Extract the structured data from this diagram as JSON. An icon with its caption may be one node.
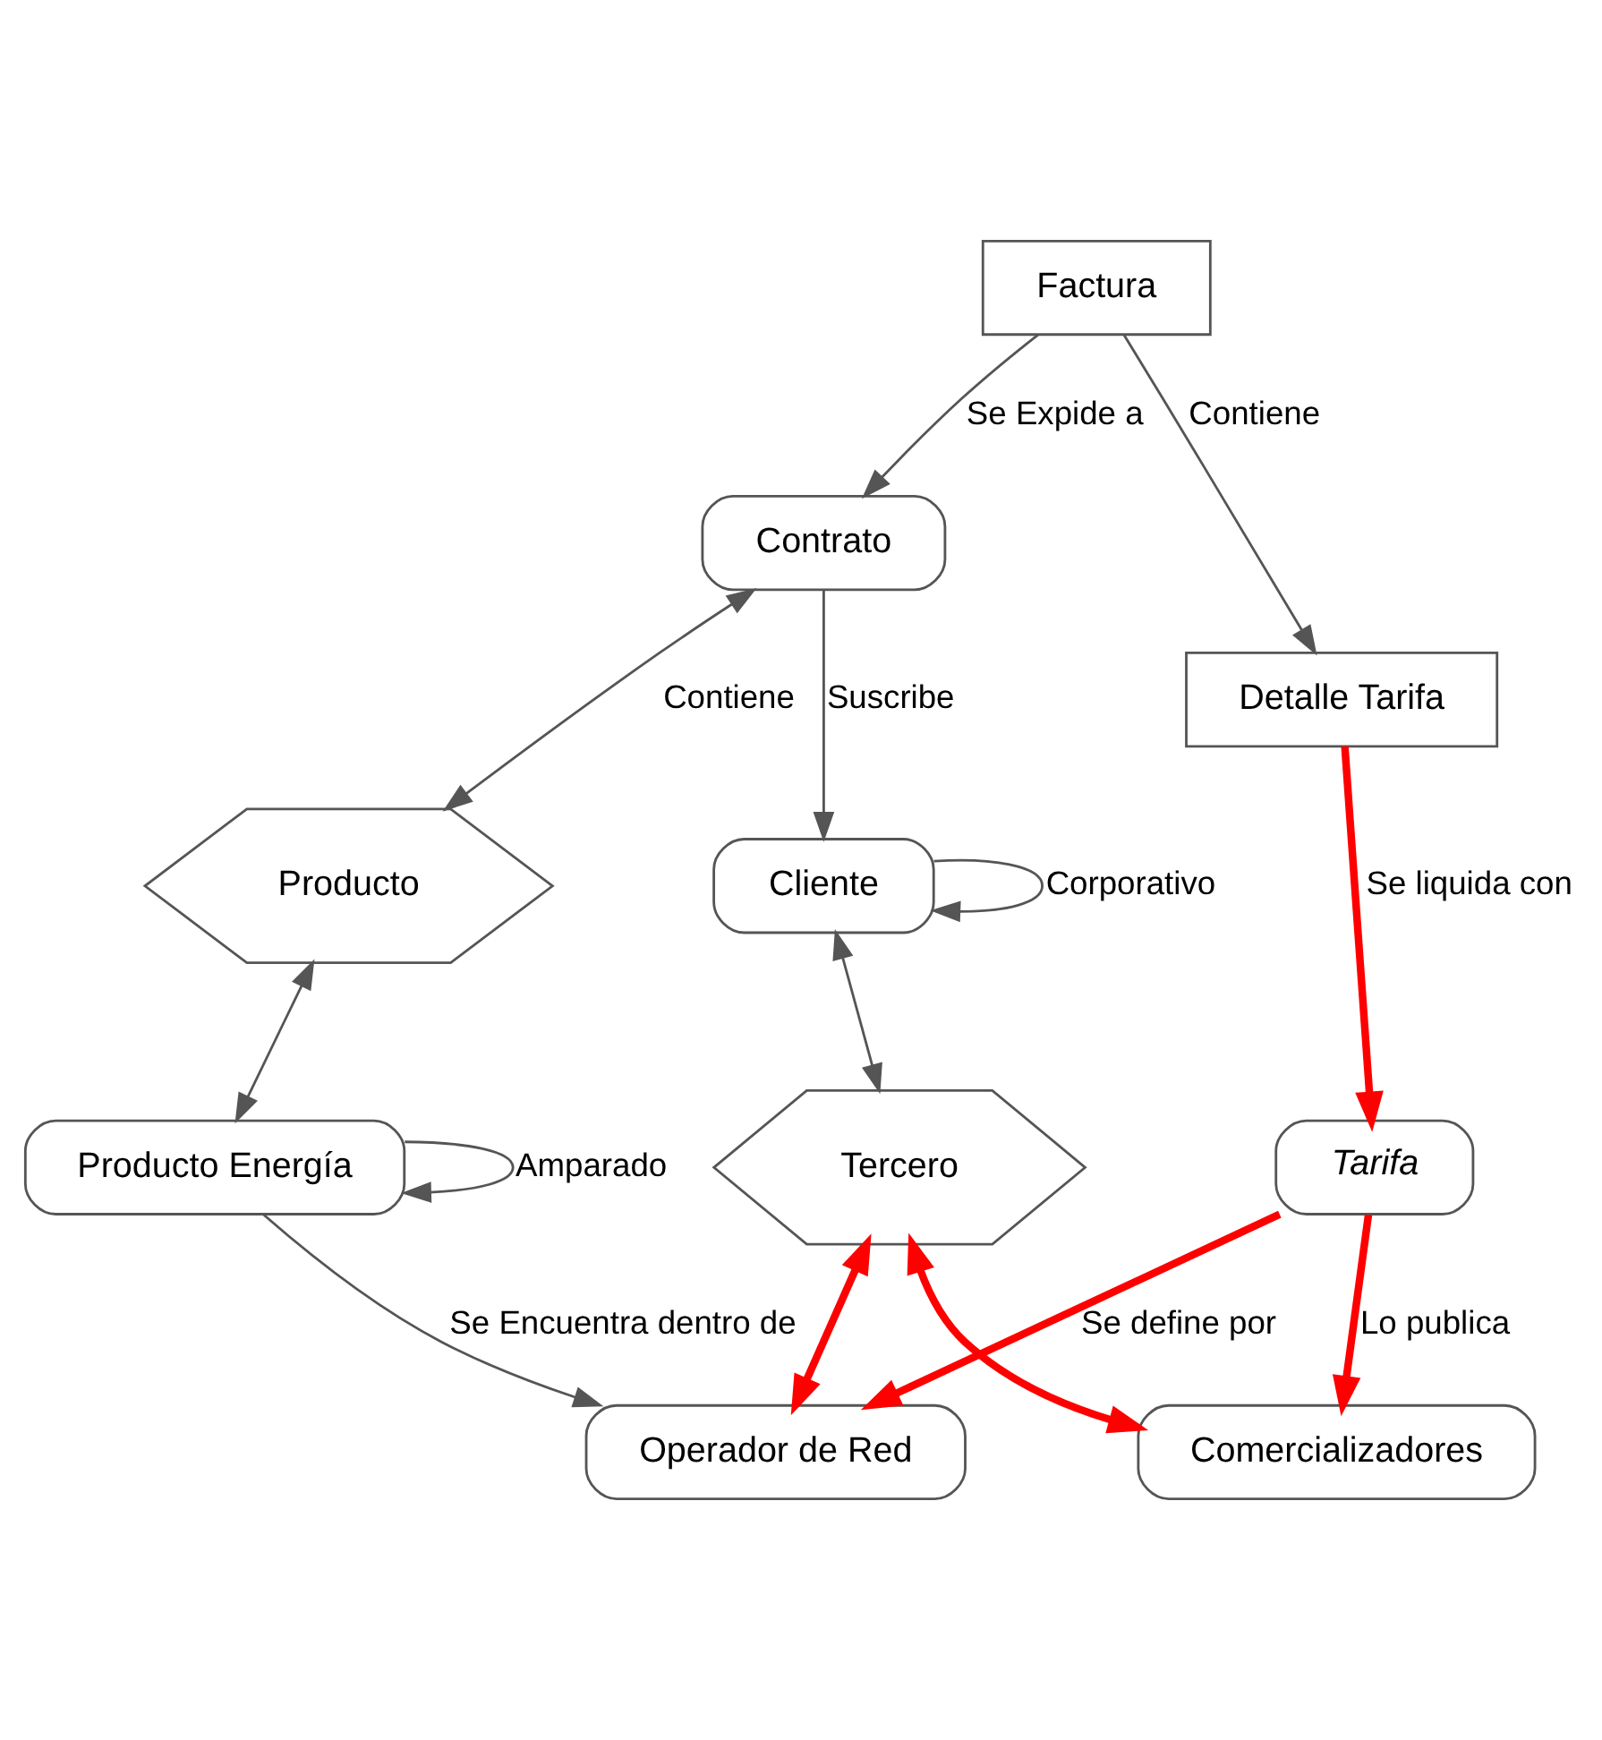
{
  "diagram": {
    "nodes": [
      {
        "text": [
          "Tercero"
        ]
      },
      {
        "text": [
          "Comercializadores"
        ]
      },
      {
        "text": [
          "Cliente"
        ]
      },
      {
        "text": [
          "Operador de Red"
        ]
      },
      {
        "text": [
          "Factura"
        ]
      },
      {
        "text": [
          "Tarifa"
        ]
      },
      {
        "text": [
          "Contrato"
        ]
      },
      {
        "text": [
          "Detalle Tarifa"
        ]
      },
      {
        "text": [
          "Producto Energía"
        ]
      },
      {
        "text": [
          "Producto"
        ]
      }
    ],
    "edges": [
      {
        "from": 2,
        "to": 0,
        "arrow": "both"
      },
      {
        "from": 0,
        "to": 1,
        "arrow": "both",
        "style": "thick",
        "color": "#ff0000"
      },
      {
        "from": 0,
        "to": 3,
        "arrow": "both",
        "style": "thick",
        "color": "#ff0000"
      },
      {
        "from": 2,
        "to": 2,
        "arrow": "to",
        "label": "Corporativo"
      },
      {
        "from": 5,
        "to": 1,
        "arrow": "to",
        "label": "Lo publica",
        "style": "thick",
        "color": "#ff0000"
      },
      {
        "from": 5,
        "to": 3,
        "arrow": "to",
        "label": "Se define por",
        "style": "thick",
        "color": "#ff0000"
      },
      {
        "from": 6,
        "to": 2,
        "arrow": "to",
        "label": "Suscribe"
      },
      {
        "from": 4,
        "to": 6,
        "arrow": "to",
        "label": "Se Expide a"
      },
      {
        "from": 7,
        "to": 5,
        "arrow": "to",
        "label": "Se liquida con",
        "style": "thick",
        "color": "#ff0000"
      },
      {
        "from": 4,
        "to": 7,
        "arrow": "to",
        "label": "Contiene"
      },
      {
        "from": 6,
        "to": 9,
        "arrow": "both",
        "label": "Contiene"
      },
      {
        "from": 8,
        "to": 3,
        "arrow": "to",
        "label": "Se Encuentra dentro de"
      },
      {
        "from": 9,
        "to": 8,
        "arrow": "both"
      },
      {
        "from": 8,
        "to": 8,
        "arrow": "to",
        "label": "Amparado"
      }
    ]
  }
}
